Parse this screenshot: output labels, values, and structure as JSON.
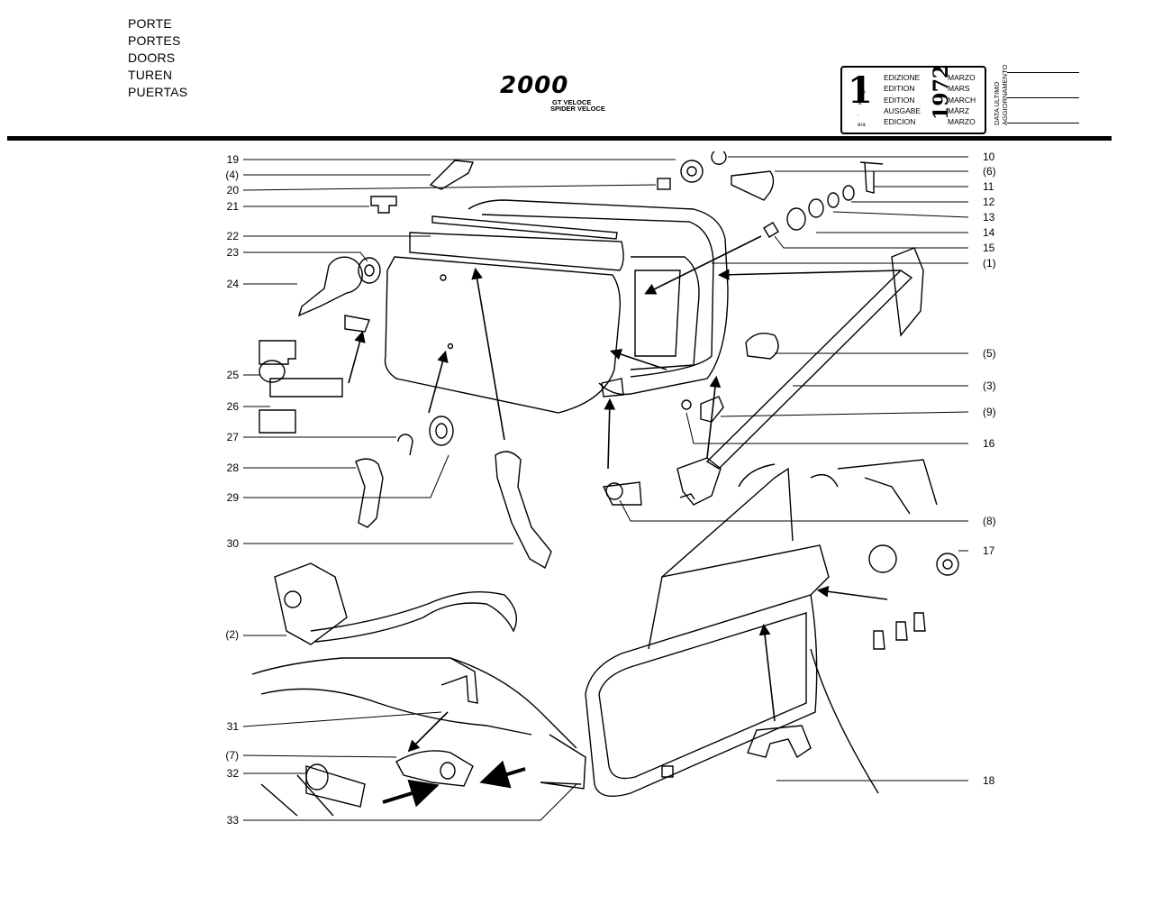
{
  "header": {
    "titles": [
      "PORTE",
      "PORTES",
      "DOORS",
      "TUREN",
      "PUERTAS"
    ],
    "logo": "2000",
    "models": [
      "GT VELOCE",
      "SPIDER VELOCE"
    ]
  },
  "edition_box": {
    "number": "1",
    "suffixes": [
      "a",
      "ere",
      "st",
      ".",
      "era"
    ],
    "words": [
      "EDIZIONE",
      "EDITION",
      "EDITION",
      "AUSGABE",
      "EDICION"
    ],
    "year": "1972",
    "months": [
      "MARZO",
      "MARS",
      "MARCH",
      "MÄRZ",
      "MARZO"
    ],
    "last_update_label": [
      "DATA ULTIMO",
      "AGGIORNAMENTO"
    ]
  },
  "callouts_left": [
    "19",
    "(4)",
    "20",
    "21",
    "22",
    "23",
    "24",
    "25",
    "26",
    "27",
    "28",
    "29",
    "30",
    "(2)",
    "31",
    "(7)",
    "32",
    "33"
  ],
  "callouts_right": [
    "10",
    "(6)",
    "11",
    "12",
    "13",
    "14",
    "15",
    "(1)",
    "(5)",
    "(3)",
    "(9)",
    "16",
    "(8)",
    "17",
    "18"
  ]
}
